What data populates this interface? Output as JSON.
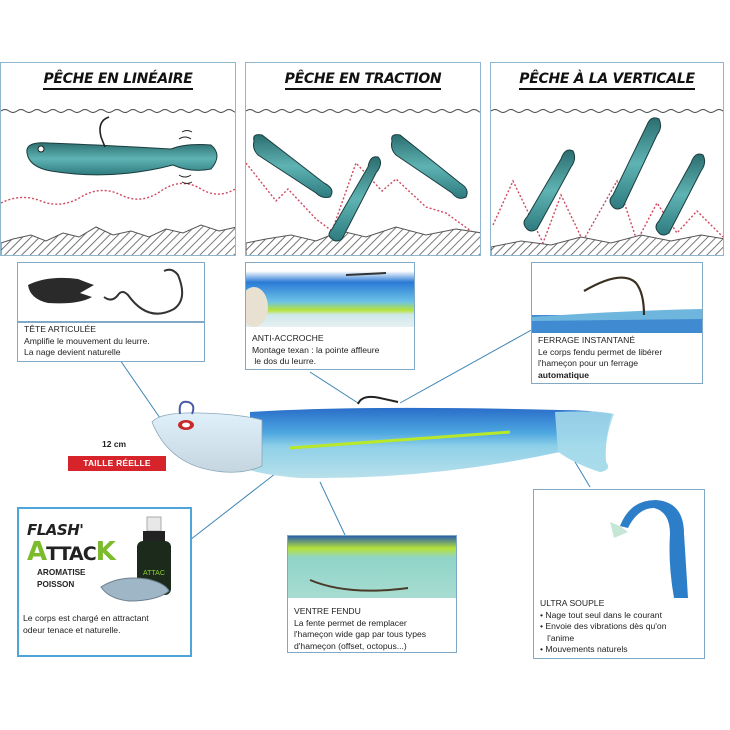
{
  "techniques": [
    {
      "title": "Pêche en linéaire"
    },
    {
      "title": "Pêche en traction"
    },
    {
      "title": "Pêche à la verticale"
    }
  ],
  "features": {
    "tete": {
      "title": "Tête articulée",
      "lines": [
        "Amplifie le mouvement du leurre.",
        "La nage devient naturelle"
      ]
    },
    "anti_accroche": {
      "title": "Anti-accroche",
      "lines": [
        "Montage texan : la pointe affleure",
        " le dos du leurre."
      ]
    },
    "ferrage": {
      "title": "Ferrage instantané",
      "lines": [
        "Le corps fendu permet de libérer",
        "l'hameçon pour un ferrage",
        "automatique"
      ]
    },
    "ventre": {
      "title": "Ventre fendu",
      "lines": [
        "La fente permet de remplacer",
        "l'hameçon wide gap par tous types",
        "d'hameçon (offset, octopus...)"
      ]
    },
    "souple": {
      "title": "Ultra souple",
      "lines": [
        "• Nage tout seul dans le courant",
        "• Envoie des vibrations dès qu'on",
        "   l'anime",
        "• Mouvements naturels"
      ]
    }
  },
  "size": {
    "length": "12 cm",
    "badge": "TAILLE RÉELLE"
  },
  "flash_attack": {
    "logo_line1": "FLASH'",
    "logo_line2a": "A",
    "logo_line2b": "TTAC",
    "logo_line2c": "K",
    "subtitle_line1": "Aromatise",
    "subtitle_line2": "Poisson",
    "text_line1": "Le corps est chargé en attractant",
    "text_line2": "odeur tenace et naturelle."
  },
  "colors": {
    "border": "#7fa9c6",
    "accent_red": "#d7242a",
    "flash_green": "#7bbb2c",
    "lure_blue": "#2f7fd0",
    "lure_teal": "#4a9ea3"
  }
}
